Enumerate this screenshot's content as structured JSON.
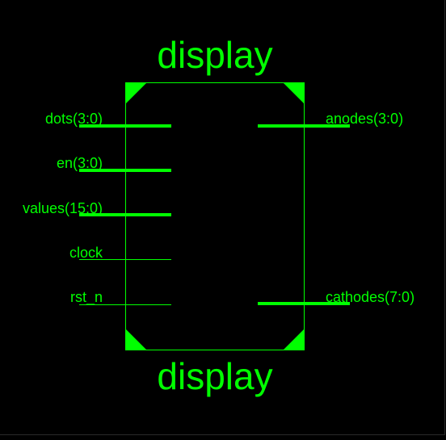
{
  "symbol": {
    "title_top": "display",
    "title_bottom": "display",
    "color": "#00ff00",
    "background": "#000000"
  },
  "ports": {
    "left": [
      {
        "name": "dots(3:0)",
        "kind": "bus"
      },
      {
        "name": "en(3:0)",
        "kind": "bus"
      },
      {
        "name": "values(15:0)",
        "kind": "bus"
      },
      {
        "name": "clock",
        "kind": "wire"
      },
      {
        "name": "rst_n",
        "kind": "wire"
      }
    ],
    "right": [
      {
        "name": "anodes(3:0)",
        "kind": "bus"
      },
      {
        "name": "cathodes(7:0)",
        "kind": "bus"
      }
    ]
  }
}
